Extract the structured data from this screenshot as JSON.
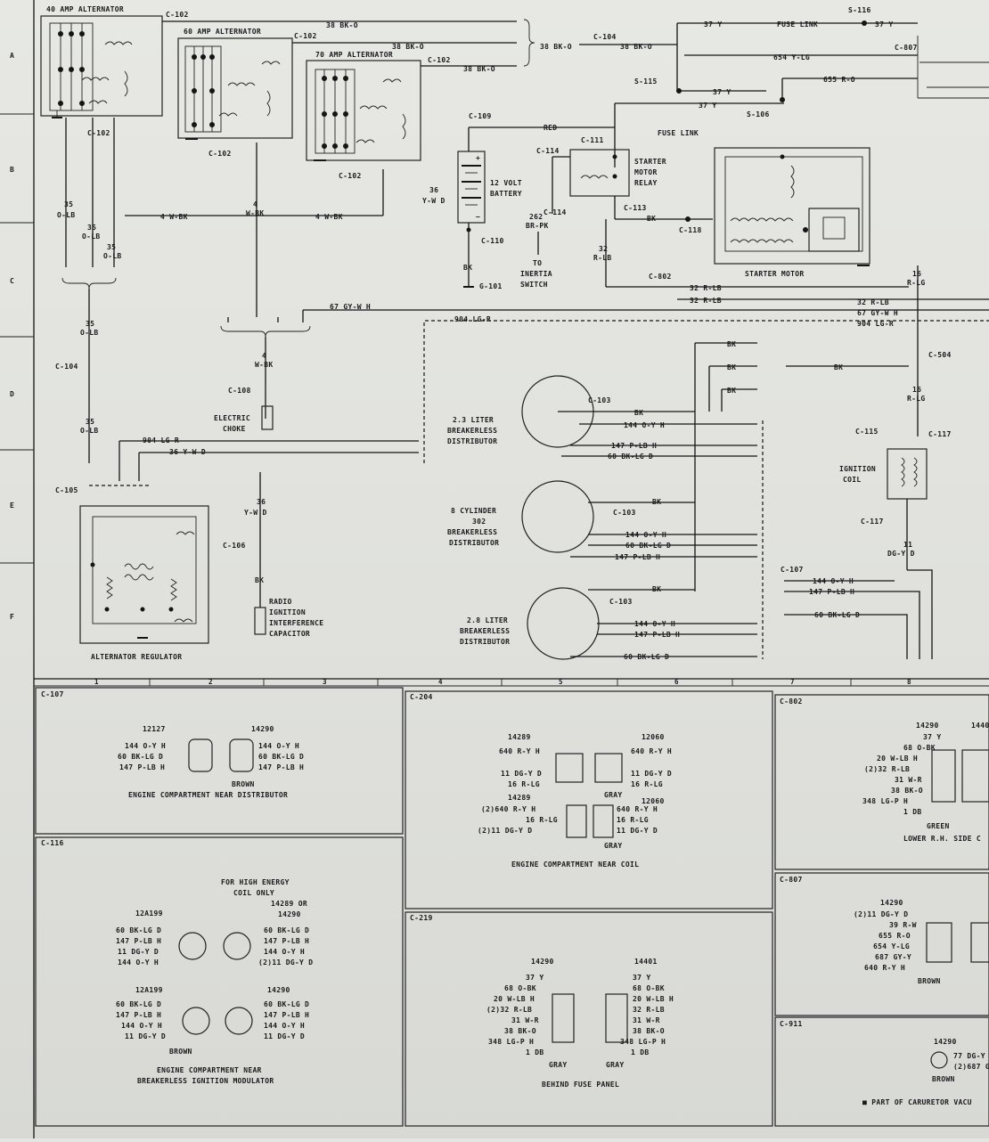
{
  "row_markers": [
    "A",
    "B",
    "C",
    "D",
    "E",
    "F"
  ],
  "column_markers": [
    "1",
    "2",
    "3",
    "4",
    "5",
    "6",
    "7",
    "8"
  ],
  "components": {
    "alt40": "40 AMP ALTERNATOR",
    "alt60": "60 AMP ALTERNATOR",
    "alt70": "70 AMP ALTERNATOR",
    "battery": [
      "12 VOLT",
      "BATTERY"
    ],
    "starter_relay": [
      "STARTER",
      "MOTOR",
      "RELAY"
    ],
    "starter_motor": "STARTER MOTOR",
    "inertia": [
      "TO",
      "INERTIA",
      "SWITCH"
    ],
    "choke": [
      "ELECTRIC",
      "CHOKE"
    ],
    "radio_cap": [
      "RADIO",
      "IGNITION",
      "INTERFERENCE",
      "CAPACITOR"
    ],
    "regulator": "ALTERNATOR REGULATOR",
    "dist23": [
      "2.3 LITER",
      "BREAKERLESS",
      "DISTRIBUTOR"
    ],
    "dist302": [
      "8 CYLINDER",
      "302",
      "BREAKERLESS",
      "DISTRIBUTOR"
    ],
    "dist28": [
      "2.8 LITER",
      "BREAKERLESS",
      "DISTRIBUTOR"
    ],
    "coil": [
      "IGNITION",
      "COIL"
    ],
    "fuse_link": "FUSE LINK"
  },
  "connectors": {
    "c102": "C-102",
    "c104": "C-104",
    "c105": "C-105",
    "c106": "C-106",
    "c107": "C-107",
    "c108": "C-108",
    "c109": "C-109",
    "c110": "C-110",
    "c111": "C-111",
    "c113": "C-113",
    "c114": "C-114",
    "c115": "C-115",
    "c117": "C-117",
    "c118": "C-118",
    "c103": "C-103",
    "c504": "C-504",
    "c802": "C-802",
    "c807": "C-807",
    "g101": "G-101",
    "s115": "S-115",
    "s116": "S-116",
    "s106": "S-106"
  },
  "wires": {
    "w38bko": "38 BK-O",
    "w37y": "37 Y",
    "w654": "654 Y-LG",
    "w655": "655 R-O",
    "red": "RED",
    "w35a": [
      "35",
      "O-LB"
    ],
    "w4wbk": "4 W-BK",
    "w4wbkv": [
      "4",
      "W-BK"
    ],
    "w36yw": [
      "36",
      "Y-W D"
    ],
    "w262": [
      "262",
      "BR-PK"
    ],
    "bk": "BK",
    "w32rlb": "32 R-LB",
    "w32v": [
      "32",
      "R-LB"
    ],
    "w67": "67 GY-W H",
    "w904": "904 LG-R",
    "w16": [
      "16",
      "R-LG"
    ],
    "w11": [
      "11",
      "DG-Y D"
    ],
    "w144": "144 O-Y H",
    "w147": "147 P-LB H",
    "w60": "60 BK-LG D",
    "w36h": "36 Y-W D",
    "w904h": "904 LG-R"
  },
  "panels": {
    "c107": {
      "tag": "C-107",
      "part_left": "12127",
      "part_right": "14290",
      "left": [
        "144 O-Y H",
        "60 BK-LG D",
        "147 P-LB H"
      ],
      "right": [
        "144 O-Y H",
        "60 BK-LG D",
        "147 P-LB H"
      ],
      "color": "BROWN",
      "caption": "ENGINE COMPARTMENT NEAR DISTRIBUTOR"
    },
    "c204": {
      "tag": "C-204",
      "a_left_part": "14289",
      "a_right_part": "12060",
      "a_left": [
        "640 R-Y H",
        "11 DG-Y D",
        "16 R-LG"
      ],
      "a_right": [
        "640 R-Y H",
        "11 DG-Y D",
        "16 R-LG"
      ],
      "b_left_part": "14289",
      "b_right_part": "12060",
      "b_left": [
        "(2)640 R-Y H",
        "16 R-LG",
        "(2)11 DG-Y D"
      ],
      "b_right": [
        "640 R-Y H",
        "16 R-LG",
        "11 DG-Y D"
      ],
      "color": "GRAY",
      "caption": "ENGINE COMPARTMENT NEAR COIL"
    },
    "c802": {
      "tag": "C-802",
      "part": "14290",
      "part2": "1440",
      "left": [
        "37 Y",
        "68 O-BK",
        "20 W-LB H",
        "(2)32 R-LB",
        "31 W-R",
        "38 BK-O",
        "348 LG-P H",
        "1 DB"
      ],
      "color": "GREEN",
      "caption": "LOWER R.H. SIDE C"
    },
    "c116": {
      "tag": "C-116",
      "note": [
        "FOR HIGH ENERGY",
        "COIL ONLY"
      ],
      "a_left_part": "12A199",
      "a_right_part": [
        "14289 OR",
        "14290"
      ],
      "a_left": [
        "60 BK-LG D",
        "147 P-LB H",
        "11 DG-Y D",
        "144 O-Y H"
      ],
      "a_right": [
        "60 BK-LG D",
        "147 P-LB H",
        "144 O-Y H",
        "(2)11 DG-Y D"
      ],
      "b_left_part": "12A199",
      "b_right_part": "14290",
      "b_left": [
        "60 BK-LG D",
        "147 P-LB H",
        "144 O-Y H",
        "11 DG-Y D"
      ],
      "b_right": [
        "60 BK-LG D",
        "147 P-LB H",
        "144 O-Y H",
        "11 DG-Y D"
      ],
      "color": "BROWN",
      "caption": [
        "ENGINE COMPARTMENT NEAR",
        "BREAKERLESS IGNITION MODULATOR"
      ]
    },
    "c219": {
      "tag": "C-219",
      "left_part": "14290",
      "right_part": "14401",
      "left": [
        "37 Y",
        "68 O-BK",
        "20 W-LB H",
        "(2)32 R-LB",
        "31 W-R",
        "38 BK-O",
        "348 LG-P H",
        "1 DB"
      ],
      "right": [
        "37 Y",
        "68 O-BK",
        "20 W-LB H",
        "32 R-LB",
        "31 W-R",
        "38 BK-O",
        "348 LG-P H",
        "1 DB"
      ],
      "color_left": "GRAY",
      "color_right": "GRAY",
      "caption": "BEHIND FUSE PANEL"
    },
    "c807": {
      "tag": "C-807",
      "part": "14290",
      "left": [
        "(2)11 DG-Y D",
        "39 R-W",
        "655 R-O",
        "654 Y-LG",
        "687 GY-Y",
        "640 R-Y H"
      ],
      "color": "BROWN"
    },
    "c911": {
      "tag": "C-911",
      "part": "14290",
      "right": [
        "77 DG-Y",
        "(2)687 G"
      ],
      "color": "BROWN",
      "note": "■ PART OF CARURETOR VACU"
    }
  },
  "colors": {
    "ink": "#151515",
    "paper": "#e4e5e1"
  }
}
